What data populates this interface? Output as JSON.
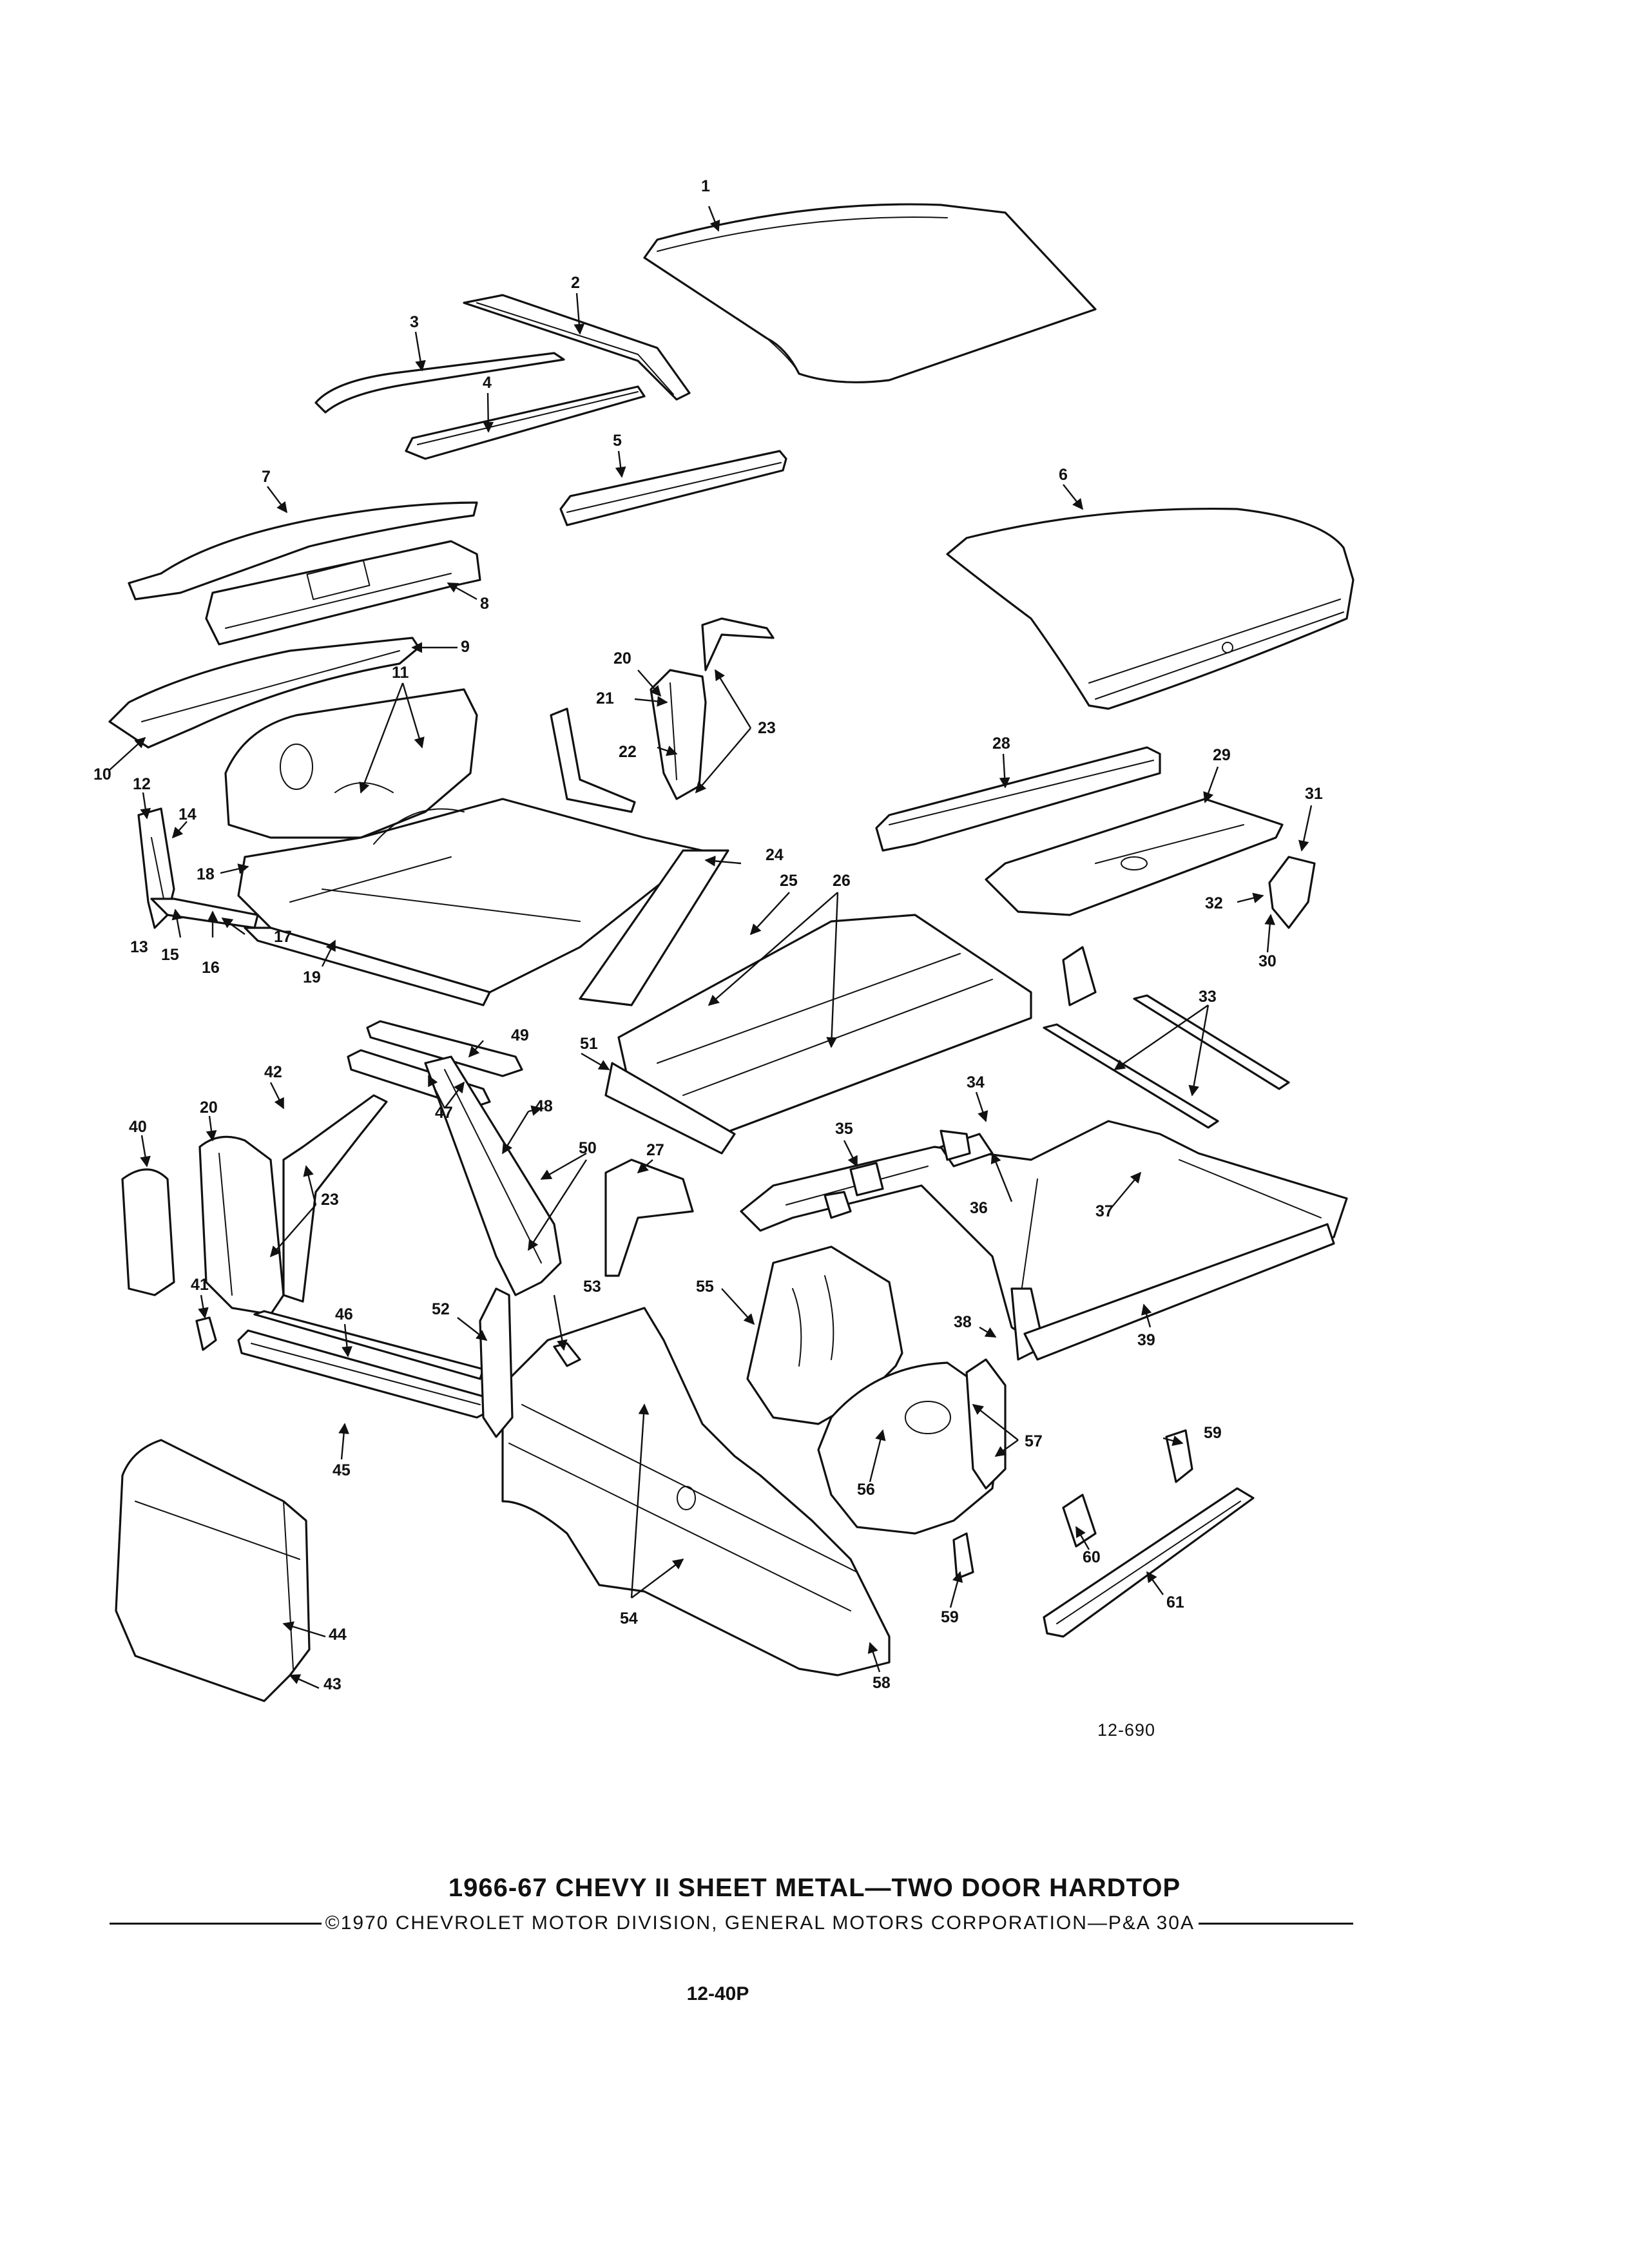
{
  "diagram": {
    "title": "1966-67 CHEVY II SHEET METAL—TWO DOOR HARDTOP",
    "copyright": "©1970 CHEVROLET MOTOR DIVISION, GENERAL MOTORS CORPORATION—P&A 30A",
    "page_number": "12-40P",
    "figure_ref": "12-690",
    "callouts": [
      "1",
      "2",
      "3",
      "4",
      "5",
      "6",
      "7",
      "8",
      "9",
      "10",
      "11",
      "12",
      "13",
      "14",
      "15",
      "16",
      "17",
      "18",
      "19",
      "20",
      "21",
      "22",
      "23",
      "24",
      "25",
      "26",
      "27",
      "28",
      "29",
      "30",
      "31",
      "32",
      "33",
      "34",
      "35",
      "36",
      "37",
      "38",
      "39",
      "40",
      "41",
      "42",
      "43",
      "44",
      "45",
      "46",
      "47",
      "48",
      "49",
      "50",
      "51",
      "52",
      "53",
      "54",
      "55",
      "56",
      "57",
      "58",
      "59",
      "60",
      "61"
    ],
    "repeated_callouts": [
      "20",
      "23",
      "59"
    ]
  }
}
